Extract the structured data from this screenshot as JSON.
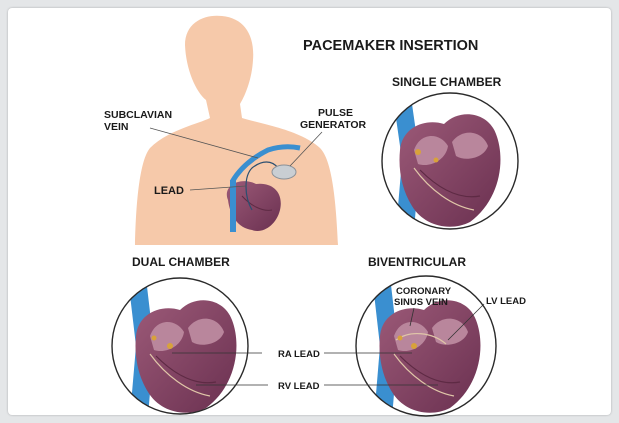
{
  "title": "PACEMAKER INSERTION",
  "panels": {
    "single": {
      "heading": "SINGLE CHAMBER"
    },
    "dual": {
      "heading": "DUAL CHAMBER"
    },
    "biventricular": {
      "heading": "BIVENTRICULAR"
    }
  },
  "labels": {
    "subclavian_line1": "SUBCLAVIAN",
    "subclavian_line2": "VEIN",
    "pulse_line1": "PULSE",
    "pulse_line2": "GENERATOR",
    "lead": "LEAD",
    "ra_lead": "RA LEAD",
    "rv_lead": "RV LEAD",
    "coronary_line1": "CORONARY",
    "coronary_line2": "SINUS VEIN",
    "lv_lead": "LV LEAD"
  },
  "colors": {
    "skin": "#f6c9aa",
    "vein": "#3a8fd0",
    "heart": "#8a4a66",
    "heart_dark": "#5e2a44",
    "heart_light": "#b9869c",
    "device": "#c9ced3"
  }
}
